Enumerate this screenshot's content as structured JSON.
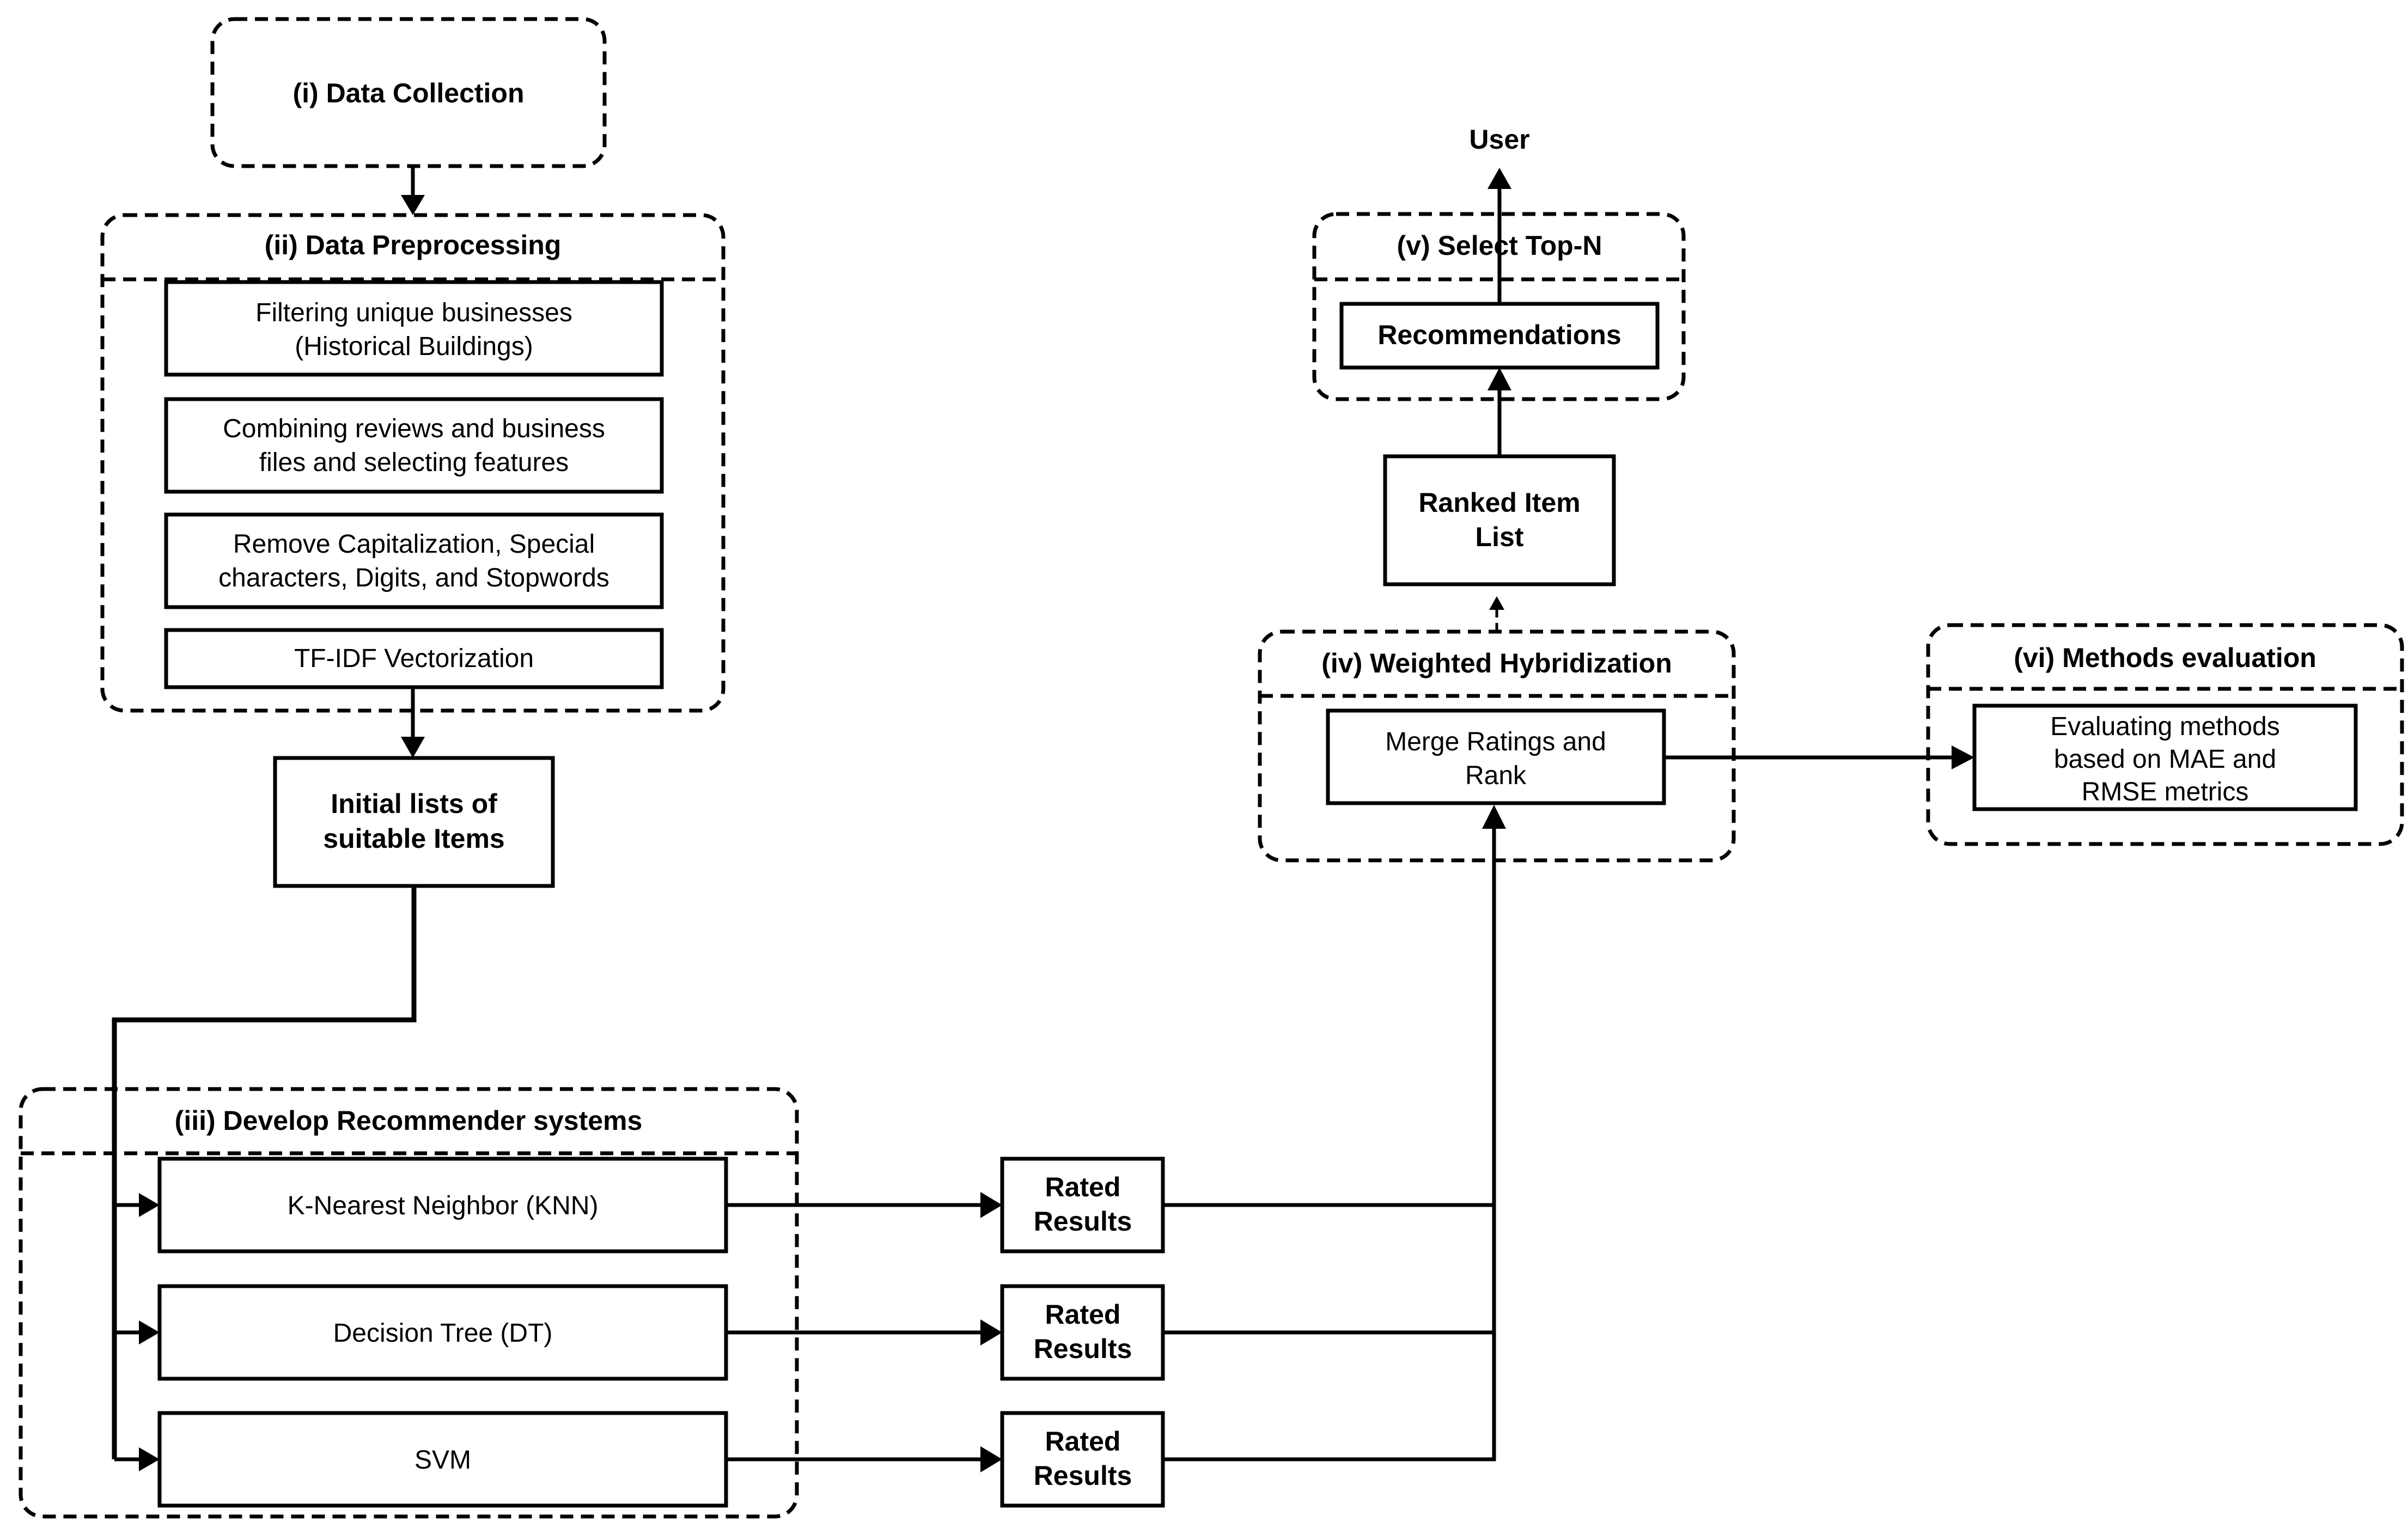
{
  "stages": {
    "collection": "(i) Data Collection",
    "preprocessing": "(ii) Data Preprocessing",
    "develop": "(iii) Develop Recommender systems",
    "hybrid": "(iv) Weighted Hybridization",
    "topn": "(v) Select Top-N",
    "evaluation": "(vi) Methods evaluation"
  },
  "preprocessing_steps": [
    [
      "Filtering unique businesses",
      "(Historical Buildings)"
    ],
    [
      "Combining reviews and business",
      "files and selecting features"
    ],
    [
      "Remove Capitalization, Special",
      "characters, Digits, and Stopwords"
    ],
    [
      "TF-IDF Vectorization"
    ]
  ],
  "initial_lists": [
    "Initial lists of",
    "suitable Items"
  ],
  "models": [
    "K-Nearest Neighbor (KNN)",
    "Decision Tree (DT)",
    "SVM"
  ],
  "rated_results": [
    "Rated",
    "Results"
  ],
  "merge": [
    "Merge Ratings and",
    "Rank"
  ],
  "ranked_list": [
    "Ranked Item",
    "List"
  ],
  "recommendations": "Recommendations",
  "user": "User",
  "evaluating": [
    "Evaluating methods",
    "based on MAE and",
    "RMSE metrics"
  ]
}
